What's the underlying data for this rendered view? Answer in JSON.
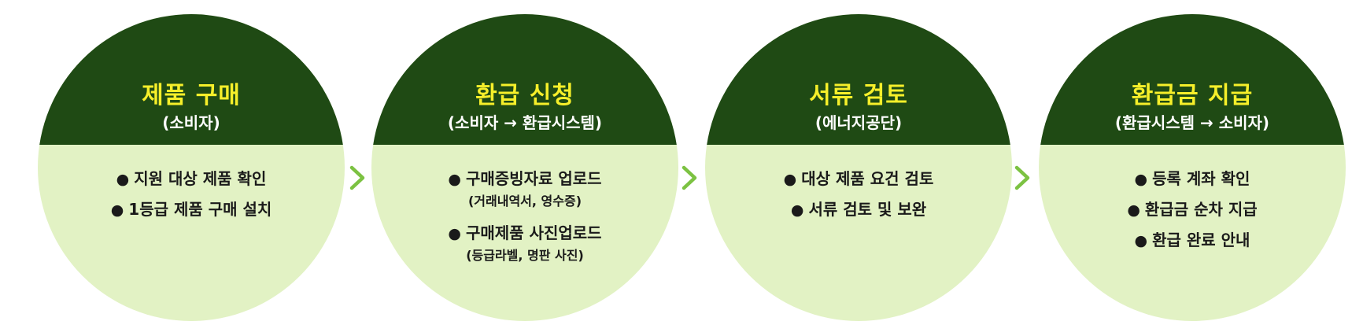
{
  "colors": {
    "header_bg": "#1f4a14",
    "body_bg": "#e2f2c4",
    "title": "#f6ef2a",
    "actor": "#ffffff",
    "arrow": "#7cc242",
    "text": "#1a1a1a"
  },
  "bullet_symbol": "●",
  "arrow_icon": "chevron-right-icon",
  "steps": [
    {
      "title": "제품 구매",
      "actor": "(소비자)",
      "tasks": [
        {
          "text": "지원 대상 제품 확인"
        },
        {
          "text": "1등급 제품 구매 설치"
        }
      ]
    },
    {
      "title": "환급 신청",
      "actor": "(소비자 → 환급시스템)",
      "tasks": [
        {
          "text": "구매증빙자료 업로드",
          "note": "(거래내역서, 영수증)"
        },
        {
          "text": "구매제품 사진업로드",
          "note": "(등급라벨, 명판 사진)"
        }
      ]
    },
    {
      "title": "서류 검토",
      "actor": "(에너지공단)",
      "tasks": [
        {
          "text": "대상 제품 요건 검토"
        },
        {
          "text": "서류 검토 및 보완"
        }
      ]
    },
    {
      "title": "환급금 지급",
      "actor": "(환급시스템 → 소비자)",
      "tasks": [
        {
          "text": "등록 계좌 확인"
        },
        {
          "text": "환급금 순차 지급"
        },
        {
          "text": "환급 완료 안내"
        }
      ]
    }
  ]
}
